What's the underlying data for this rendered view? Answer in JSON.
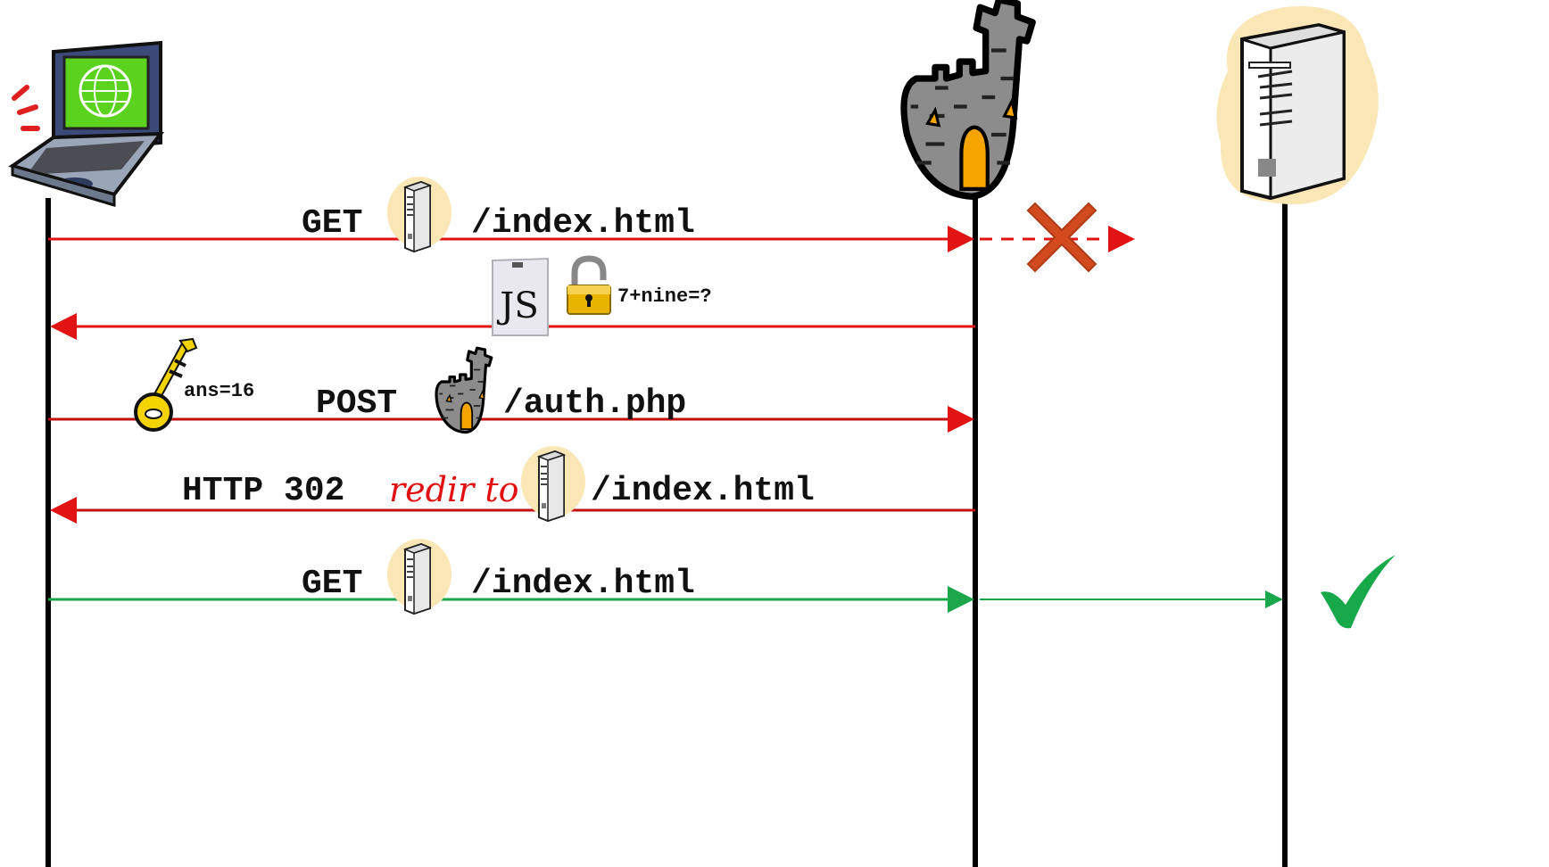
{
  "colors": {
    "red": "#e01414",
    "dark_red": "#c40f0f",
    "green": "#1aa64a",
    "black": "#000000",
    "x_mark": "#d24a1e",
    "check": "#17a84a"
  },
  "icons": [
    "laptop-icon",
    "castle-icon",
    "server-icon",
    "lock-icon",
    "js-file-icon",
    "key-icon",
    "x-mark-icon",
    "checkmark-icon"
  ],
  "messages": {
    "m1": {
      "method": "GET",
      "path": "/index.html"
    },
    "m2": {
      "js": "JS",
      "challenge": "7+nine=?"
    },
    "m3": {
      "answer": "ans=16",
      "method": "POST",
      "path": "/auth.php"
    },
    "m4": {
      "status": "HTTP 302",
      "redir": "redir to",
      "path": "/index.html"
    },
    "m5": {
      "method": "GET",
      "path": "/index.html"
    }
  }
}
